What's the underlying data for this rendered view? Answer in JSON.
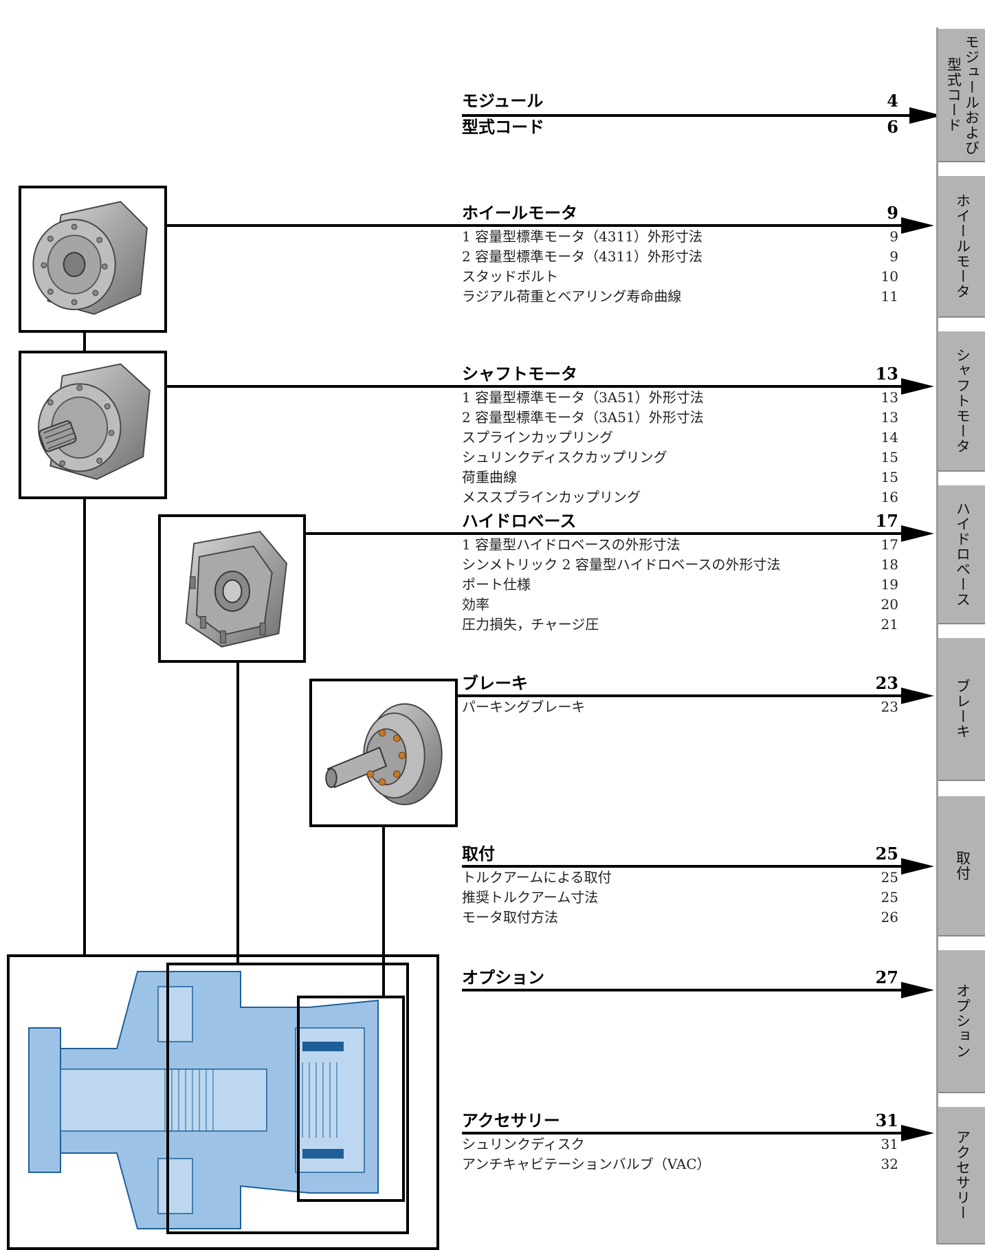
{
  "sections": [
    {
      "id": "module",
      "title": "モジュール",
      "page": "4",
      "items": []
    },
    {
      "id": "typecode",
      "title": "型式コード",
      "page": "6",
      "items": []
    },
    {
      "id": "wheel",
      "title": "ホイールモータ",
      "page": "9",
      "items": [
        {
          "label": "1 容量型標準モータ（4311）外形寸法",
          "page": "9"
        },
        {
          "label": "2 容量型標準モータ（4311）外形寸法",
          "page": "9"
        },
        {
          "label": "スタッドボルト",
          "page": "10"
        },
        {
          "label": "ラジアル荷重とベアリング寿命曲線",
          "page": "11"
        }
      ]
    },
    {
      "id": "shaft",
      "title": "シャフトモータ",
      "page": "13",
      "items": [
        {
          "label": "1 容量型標準モータ（3A51）外形寸法",
          "page": "13"
        },
        {
          "label": "2 容量型標準モータ（3A51）外形寸法",
          "page": "13"
        },
        {
          "label": "スプラインカップリング",
          "page": "14"
        },
        {
          "label": "シュリンクディスクカップリング",
          "page": "15"
        },
        {
          "label": "荷重曲線",
          "page": "15"
        },
        {
          "label": "メススプラインカップリング",
          "page": "16"
        }
      ]
    },
    {
      "id": "hydrobase",
      "title": "ハイドロベース",
      "page": "17",
      "items": [
        {
          "label": "1 容量型ハイドロベースの外形寸法",
          "page": "17"
        },
        {
          "label": "シンメトリック 2 容量型ハイドロベースの外形寸法",
          "page": "18"
        },
        {
          "label": "ポート仕様",
          "page": "19"
        },
        {
          "label": "効率",
          "page": "20"
        },
        {
          "label": "圧力損失，チャージ圧",
          "page": "21"
        }
      ]
    },
    {
      "id": "brake",
      "title": "ブレーキ",
      "page": "23",
      "items": [
        {
          "label": "パーキングブレーキ",
          "page": "23"
        }
      ]
    },
    {
      "id": "mount",
      "title": "取付",
      "page": "25",
      "items": [
        {
          "label": "トルクアームによる取付",
          "page": "25"
        },
        {
          "label": "推奨トルクアーム寸法",
          "page": "25"
        },
        {
          "label": "モータ取付方法",
          "page": "26"
        }
      ]
    },
    {
      "id": "option",
      "title": "オプション",
      "page": "27",
      "items": []
    },
    {
      "id": "accessory",
      "title": "アクセサリー",
      "page": "31",
      "items": [
        {
          "label": "シュリンクディスク",
          "page": "31"
        },
        {
          "label": "アンチキャビテーションバルブ（VAC）",
          "page": "32"
        }
      ]
    }
  ],
  "tabs": [
    {
      "label": "モジュールおよび\n型式コード"
    },
    {
      "label": "ホイールモータ"
    },
    {
      "label": "シャフトモータ"
    },
    {
      "label": "ハイドロベース"
    },
    {
      "label": "ブレーキ"
    },
    {
      "label": "取付"
    },
    {
      "label": "オプション"
    },
    {
      "label": "アクセサリー"
    }
  ],
  "colors": {
    "cutaway_blue": "#9cc3e6",
    "cutaway_line": "#1f5f99",
    "housing_grey": "#9a9a9a",
    "tab_grey": "#b3b3b3"
  },
  "images": {
    "wheel": "wheel-motor-image",
    "shaft": "shaft-motor-image",
    "hydrobase": "hydrobase-image",
    "brake": "brake-image",
    "cutaway": "motor-cutaway-diagram"
  }
}
